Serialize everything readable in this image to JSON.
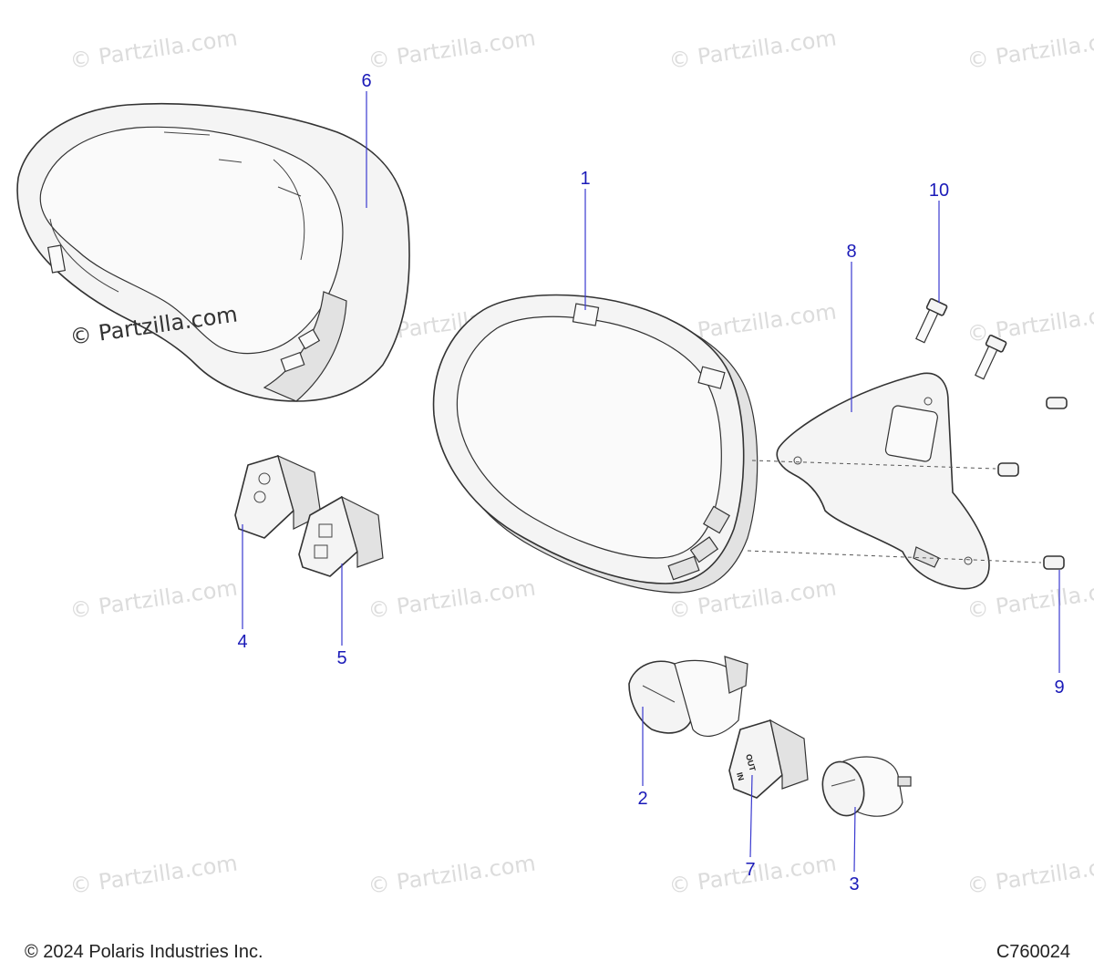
{
  "watermark": "© Partzilla.com",
  "callouts": [
    "1",
    "2",
    "3",
    "4",
    "5",
    "6",
    "7",
    "8",
    "9",
    "10"
  ],
  "switch_labels": {
    "out": "OUT",
    "in": "IN"
  },
  "footer": {
    "copyright": "© 2024 Polaris Industries Inc.",
    "diagram_code": "C760024"
  },
  "colors": {
    "callout": "#1a1ab8",
    "watermark": "#dcdcdc"
  }
}
